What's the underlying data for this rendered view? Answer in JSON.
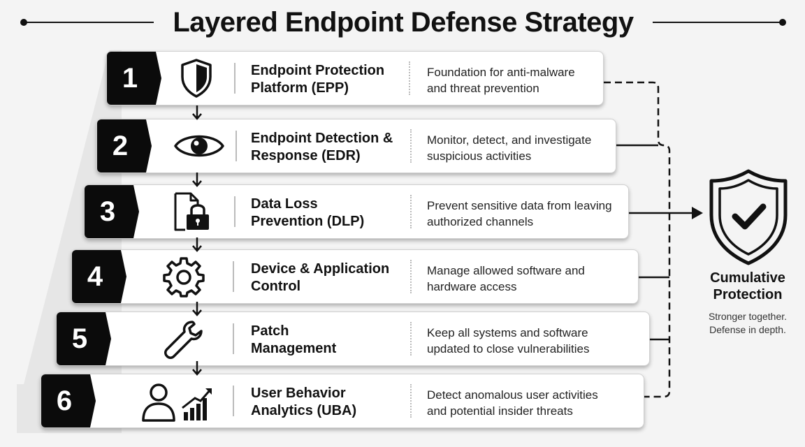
{
  "title": "Layered Endpoint Defense Strategy",
  "layers": [
    {
      "number": "1",
      "icon": "shield-icon",
      "name_line1": "Endpoint Protection",
      "name_line2": "Platform (EPP)",
      "desc_line1": "Foundation for anti-malware",
      "desc_line2": "and threat prevention"
    },
    {
      "number": "2",
      "icon": "eye-icon",
      "name_line1": "Endpoint Detection &",
      "name_line2": "Response (EDR)",
      "desc_line1": "Monitor, detect, and investigate",
      "desc_line2": "suspicious activities"
    },
    {
      "number": "3",
      "icon": "file-lock-icon",
      "name_line1": "Data Loss",
      "name_line2": "Prevention (DLP)",
      "desc_line1": "Prevent sensitive data from leaving",
      "desc_line2": "authorized channels"
    },
    {
      "number": "4",
      "icon": "gear-icon",
      "name_line1": "Device & Application",
      "name_line2": "Control",
      "desc_line1": "Manage allowed software and",
      "desc_line2": "hardware access"
    },
    {
      "number": "5",
      "icon": "wrench-icon",
      "name_line1": "Patch",
      "name_line2": "Management",
      "desc_line1": "Keep all systems and software",
      "desc_line2": "updated to close vulnerabilities"
    },
    {
      "number": "6",
      "icon": "user-analytics-icon",
      "name_line1": "User Behavior",
      "name_line2": "Analytics (UBA)",
      "desc_line1": "Detect anomalous user activities",
      "desc_line2": "and potential insider threats"
    }
  ],
  "result": {
    "icon": "shield-check-icon",
    "title_line1": "Cumulative",
    "title_line2": "Protection",
    "sub_line1": "Stronger together.",
    "sub_line2": "Defense in depth."
  }
}
